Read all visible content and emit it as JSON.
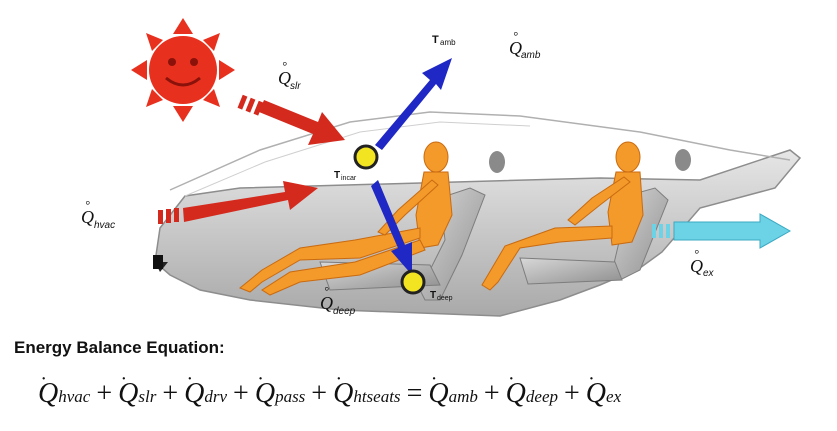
{
  "labels": {
    "q_slr": "Q",
    "q_slr_sub": "slr",
    "t_amb": "T",
    "t_amb_sub": "amb",
    "q_amb": "Q",
    "q_amb_sub": "amb",
    "t_incar": "T",
    "t_incar_sub": "incar",
    "q_hvac": "Q",
    "q_hvac_sub": "hvac",
    "t_deep": "T",
    "t_deep_sub": "deep",
    "q_deep": "Q",
    "q_deep_sub": "deep",
    "q_ex": "Q",
    "q_ex_sub": "ex"
  },
  "heading": "Energy Balance Equation:",
  "equation": {
    "lhs": [
      {
        "sym": "Q",
        "sub": "hvac"
      },
      {
        "sym": "Q",
        "sub": "slr"
      },
      {
        "sym": "Q",
        "sub": "drv"
      },
      {
        "sym": "Q",
        "sub": "pass"
      },
      {
        "sym": "Q",
        "sub": "htseats"
      }
    ],
    "rhs": [
      {
        "sym": "Q",
        "sub": "amb"
      },
      {
        "sym": "Q",
        "sub": "deep"
      },
      {
        "sym": "Q",
        "sub": "ex"
      }
    ],
    "plus": "+",
    "equals": "="
  },
  "colors": {
    "sun": "#e8301e",
    "red_arrow": "#d42a1e",
    "blue_arrow": "#1f27c4",
    "cyan_arrow": "#6cd3e6",
    "mannequin": "#f39a2a",
    "car_body": "#c9c9c9",
    "sensor": "#f2e420"
  }
}
